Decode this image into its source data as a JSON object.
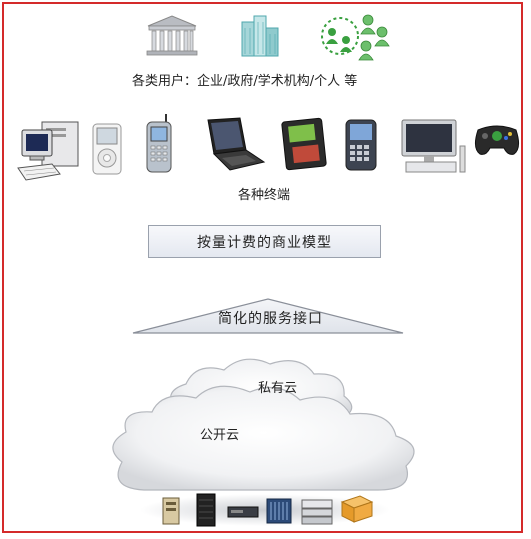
{
  "users": {
    "caption": "各类用户：企业/政府/学术机构/个人 等",
    "icons": [
      "government-building-icon",
      "office-tower-icon",
      "people-group-icon"
    ]
  },
  "terminals": {
    "caption": "各种终端",
    "icons": [
      "desktop-computer-icon",
      "media-player-icon",
      "mobile-phone-icon",
      "laptop-icon",
      "handheld-game-console-icon",
      "smartphone-icon",
      "flat-tv-icon",
      "game-controller-icon"
    ]
  },
  "business_model": {
    "label": "按量计费的商业模型"
  },
  "interface": {
    "label": "简化的服务接口"
  },
  "cloud": {
    "private_label": "私有云",
    "public_label": "公开云"
  },
  "datacenter": {
    "icons": [
      "tower-server-icon",
      "rack-server-icon",
      "rack-unit-icon",
      "blade-server-icon",
      "storage-array-icon",
      "network-appliance-icon"
    ]
  },
  "colors": {
    "frame": "#d42a2a",
    "accent_green": "#3aa040",
    "teal": "#4fa7ad"
  }
}
